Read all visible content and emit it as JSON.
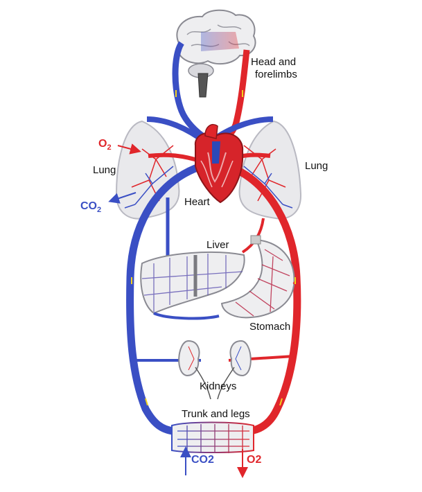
{
  "labels": {
    "head": "Head and",
    "head2": "forelimbs",
    "lung_left": "Lung",
    "lung_right": "Lung",
    "heart": "Heart",
    "liver": "Liver",
    "stomach": "Stomach",
    "kidneys": "Kidneys",
    "trunk": "Trunk and legs"
  },
  "gases": {
    "o2_lung": "O",
    "o2_lung_sub": "2",
    "co2_lung": "CO",
    "co2_lung_sub": "2",
    "co2_bottom": "CO2",
    "o2_bottom": "O2"
  },
  "colors": {
    "oxygenated": "#e0262b",
    "deoxygenated": "#3a4fc4",
    "organ_fill": "#e9e9ec",
    "organ_outline": "#b9b9c2",
    "flow_arrow": "#f2d21e"
  }
}
